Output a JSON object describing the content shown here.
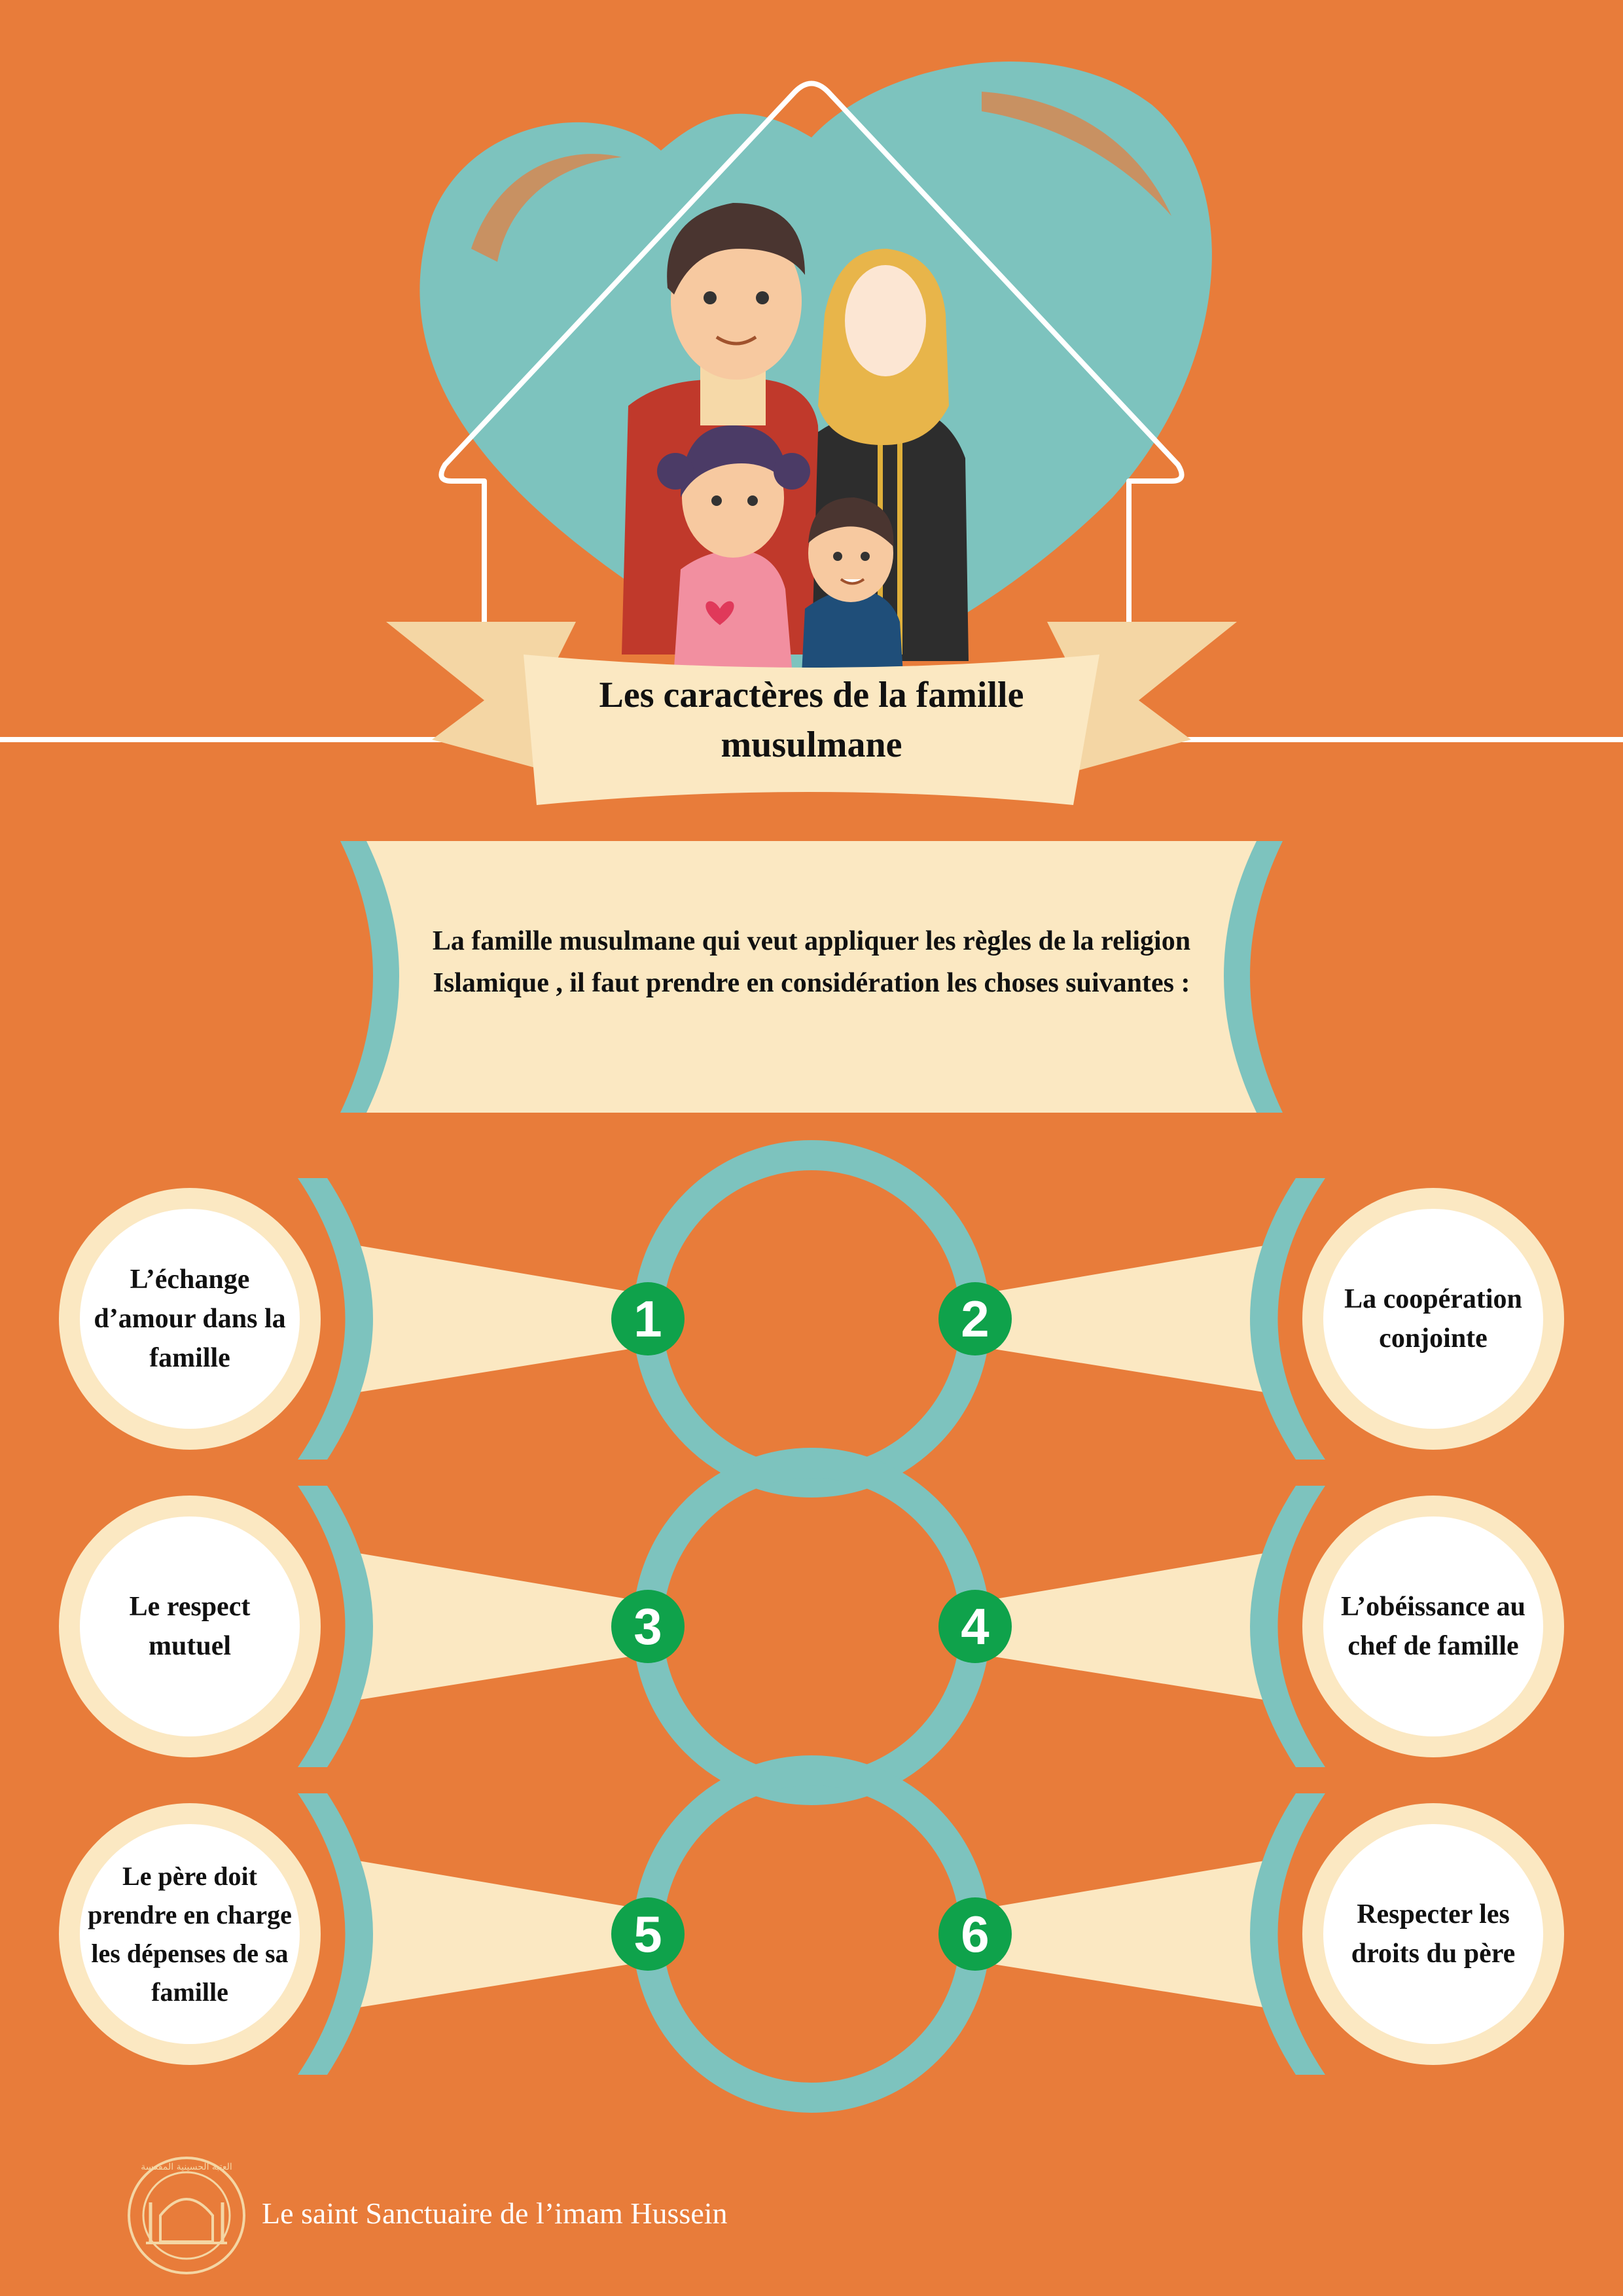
{
  "title": "Les caractères de la famille musulmane",
  "intro": "La famille musulmane qui veut appliquer les règles de la religion Islamique , il faut prendre en considération les choses suivantes :",
  "items": [
    {
      "number": "1",
      "text": "L’échange d’amour dans la famille"
    },
    {
      "number": "2",
      "text": "La coopération conjointe"
    },
    {
      "number": "3",
      "text": "Le respect mutuel"
    },
    {
      "number": "4",
      "text": "L’obéissance au chef de famille"
    },
    {
      "number": "5",
      "text": "Le père doit prendre en charge les dépenses de sa famille"
    },
    {
      "number": "6",
      "text": "Respecter les droits du père"
    }
  ],
  "footer": {
    "org_name": "Le saint Sanctuaire de l’imam Hussein",
    "logo_text": "العتبة الحسينية المقدسة"
  },
  "colors": {
    "background": "#E87C3A",
    "teal": "#7DC3BE",
    "cream": "#FBE8C2",
    "green": "#0FA24B"
  },
  "icons": [
    "family-illustration",
    "heart-shape",
    "house-outline",
    "shrine-logo-icon"
  ]
}
